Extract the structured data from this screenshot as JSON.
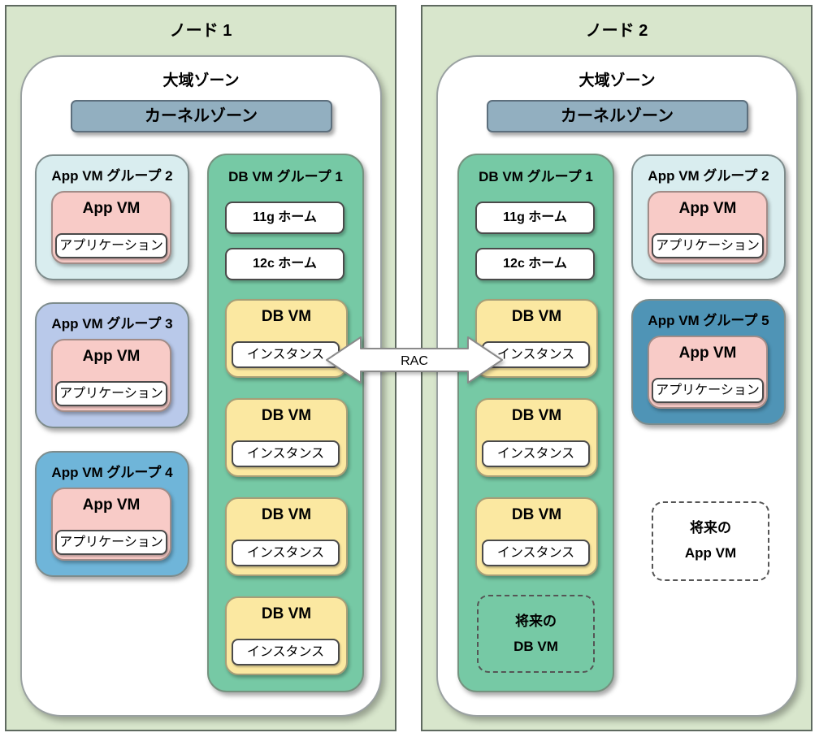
{
  "diagram": {
    "rac_label": "RAC",
    "colors": {
      "node_background": "#d8e6cc",
      "kernel_zone": "#92afc0",
      "app_vm_box": "#f8cbc7",
      "db_vm_box": "#fbe8a1",
      "db_group": "#76c9a5",
      "app_group_2": "#d9edef",
      "app_group_3": "#b9c9ea",
      "app_group_4": "#6fb5d9",
      "app_group_5": "#4f94b6"
    },
    "nodes": [
      {
        "title": "ノード 1",
        "zone_title": "大域ゾーン",
        "kernel_label": "カーネルゾーン",
        "app_groups": [
          {
            "title": "App VM グループ 2",
            "vm_label": "App VM",
            "app_label": "アプリケーション",
            "color": "#d9edef"
          },
          {
            "title": "App VM グループ 3",
            "vm_label": "App VM",
            "app_label": "アプリケーション",
            "color": "#b9c9ea"
          },
          {
            "title": "App VM グループ 4",
            "vm_label": "App VM",
            "app_label": "アプリケーション",
            "color": "#6fb5d9"
          }
        ],
        "db_group": {
          "title": "DB VM グループ 1",
          "color": "#76c9a5",
          "homes": [
            "11g ホーム",
            "12c ホーム"
          ],
          "db_vms": [
            {
              "vm_label": "DB VM",
              "instance_label": "インスタンス"
            },
            {
              "vm_label": "DB VM",
              "instance_label": "インスタンス"
            },
            {
              "vm_label": "DB VM",
              "instance_label": "インスタンス"
            },
            {
              "vm_label": "DB VM",
              "instance_label": "インスタンス"
            }
          ]
        }
      },
      {
        "title": "ノード 2",
        "zone_title": "大域ゾーン",
        "kernel_label": "カーネルゾーン",
        "app_groups": [
          {
            "title": "App VM グループ 2",
            "vm_label": "App VM",
            "app_label": "アプリケーション",
            "color": "#d9edef"
          },
          {
            "title": "App VM グループ 5",
            "vm_label": "App VM",
            "app_label": "アプリケーション",
            "color": "#4f94b6"
          }
        ],
        "db_group": {
          "title": "DB VM グループ 1",
          "color": "#76c9a5",
          "homes": [
            "11g ホーム",
            "12c ホーム"
          ],
          "db_vms": [
            {
              "vm_label": "DB VM",
              "instance_label": "インスタンス"
            },
            {
              "vm_label": "DB VM",
              "instance_label": "インスタンス"
            },
            {
              "vm_label": "DB VM",
              "instance_label": "インスタンス"
            }
          ],
          "future_db": {
            "line1": "将来の",
            "line2": "DB VM"
          }
        },
        "future_app": {
          "line1": "将来の",
          "line2": "App VM"
        }
      }
    ]
  }
}
